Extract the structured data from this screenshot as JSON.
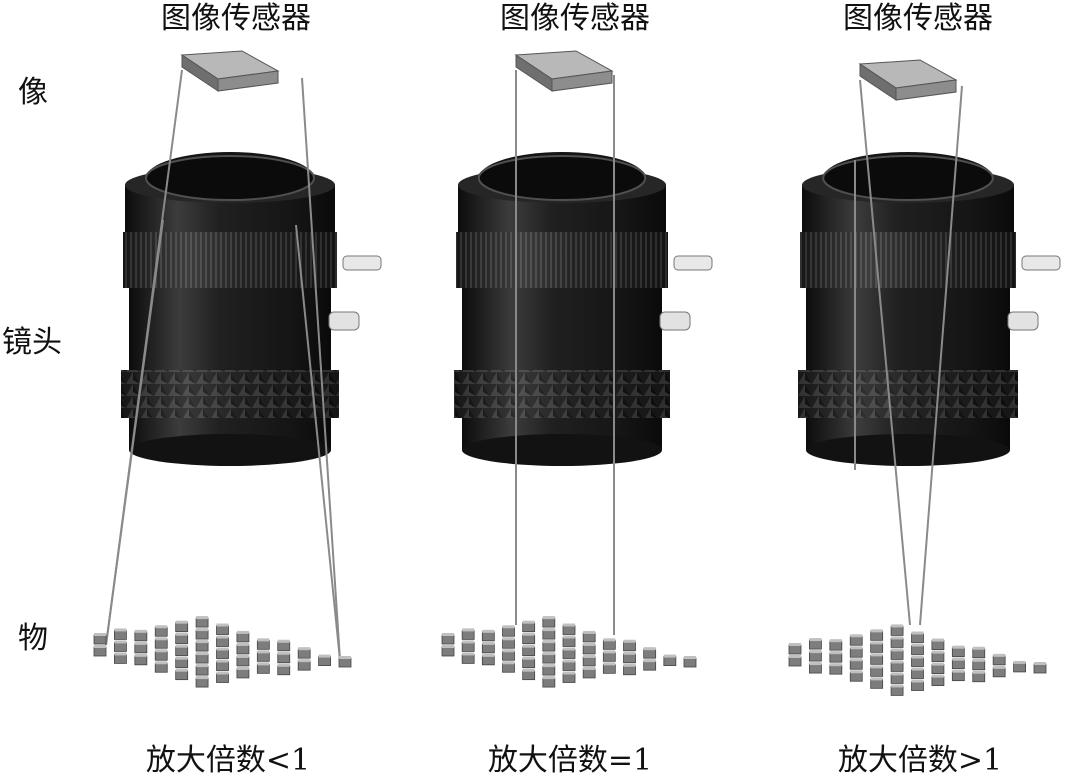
{
  "row_labels": {
    "image": "像",
    "lens": "镜头",
    "object": "物"
  },
  "columns": [
    {
      "sensor_label": "图像传感器",
      "caption": "放大倍数<1"
    },
    {
      "sensor_label": "图像传感器",
      "caption": "放大倍数=1"
    },
    {
      "sensor_label": "图像传感器",
      "caption": "放大倍数>1"
    }
  ],
  "colors": {
    "lens_body": "#1a1a1a",
    "lens_highlight": "#6a6a6a",
    "sensor_top": "#b8b8b8",
    "sensor_side": "#6f6f6f",
    "ray_line": "#8a8a8a",
    "object_cube": "#7d7d7d"
  }
}
